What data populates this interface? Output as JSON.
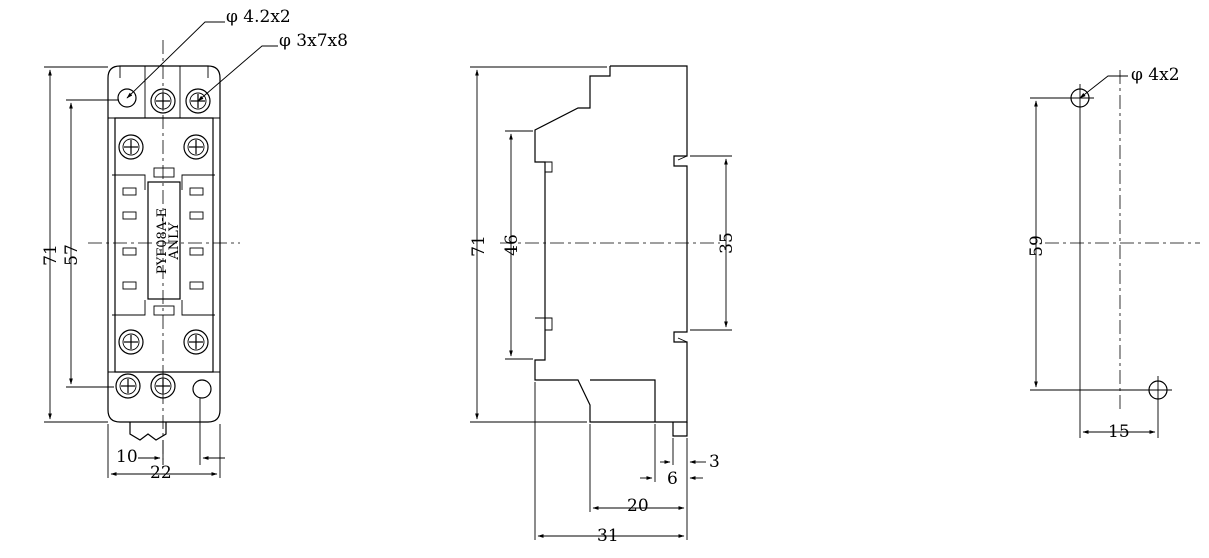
{
  "front_view": {
    "callouts": {
      "hole_note": "φ 4.2x2",
      "screw_note": "φ 3x7x8"
    },
    "dims": {
      "height_overall": "71",
      "height_holes": "57",
      "width_holes": "10",
      "width_overall": "22"
    },
    "model_label": {
      "line1": "PYF08A-E",
      "line2": "ANLY"
    }
  },
  "side_view": {
    "dims": {
      "height_overall": "71",
      "height_inner": "46",
      "height_rail": "35",
      "tab": "3",
      "lip": "6",
      "depth_inner": "20",
      "depth_overall": "31"
    }
  },
  "mount_view": {
    "callouts": {
      "hole_note": "φ 4x2"
    },
    "dims": {
      "hole_spacing_v": "59",
      "hole_spacing_h": "15"
    }
  }
}
